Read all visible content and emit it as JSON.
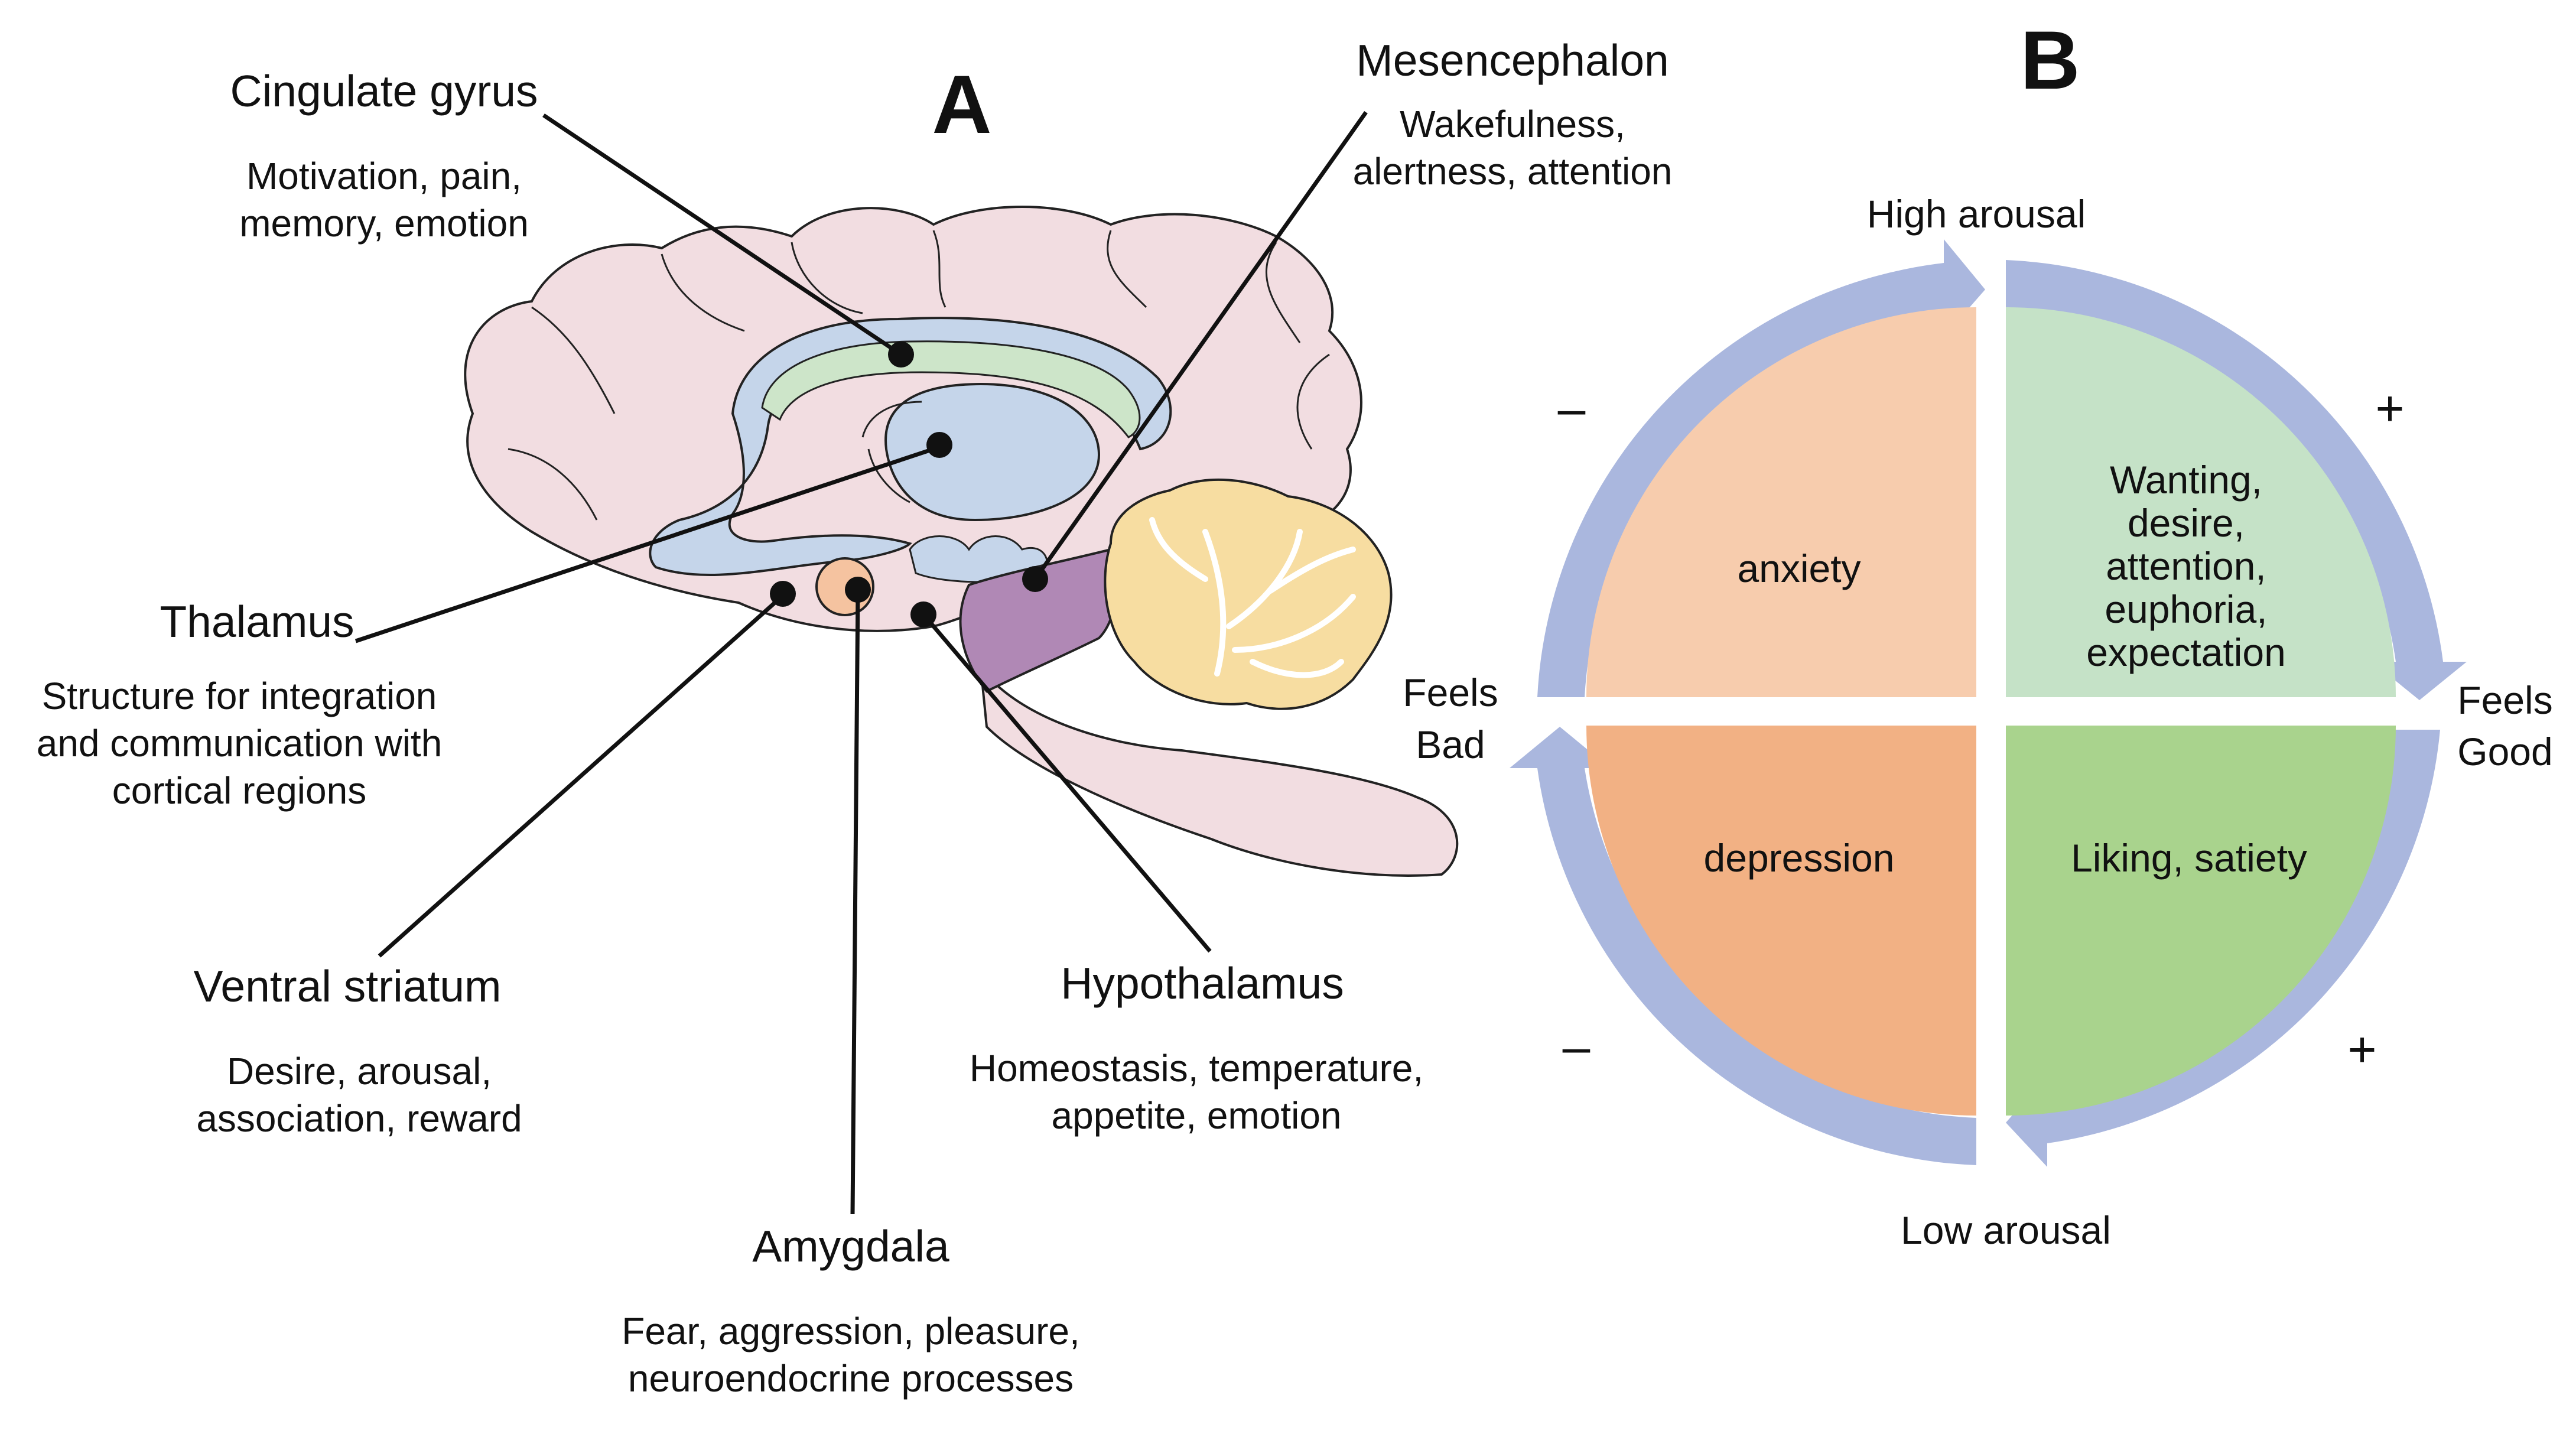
{
  "panel_a": {
    "letter": "A",
    "regions": [
      {
        "id": "cingulate",
        "name": "Cingulate gyrus",
        "desc": [
          "Motivation, pain,",
          "memory, emotion"
        ]
      },
      {
        "id": "mesencephalon",
        "name": "Mesencephalon",
        "desc": [
          "Wakefulness,",
          "alertness, attention"
        ]
      },
      {
        "id": "thalamus",
        "name": "Thalamus",
        "desc": [
          "Structure for integration",
          "and communication with",
          "cortical regions"
        ]
      },
      {
        "id": "ventral-striatum",
        "name": "Ventral striatum",
        "desc": [
          "Desire, arousal,",
          "association, reward"
        ]
      },
      {
        "id": "hypothalamus",
        "name": "Hypothalamus",
        "desc": [
          "Homeostasis, temperature,",
          "appetite, emotion"
        ]
      },
      {
        "id": "amygdala",
        "name": "Amygdala",
        "desc": [
          "Fear, aggression, pleasure,",
          "neuroendocrine processes"
        ]
      }
    ],
    "colors": {
      "brain": "#f2dde1",
      "limbic_blue": "#c5d5ea",
      "cingulate_green": "#cde5c9",
      "amygdala_peach": "#f5c3a0",
      "mesencephalon_purple": "#b088b5",
      "cerebellum_yellow": "#f7dda1",
      "outline": "#222222"
    }
  },
  "panel_b": {
    "letter": "B",
    "axis": {
      "top": "High arousal",
      "bottom": "Low arousal",
      "left": [
        "Feels",
        "Bad"
      ],
      "right": [
        "Feels",
        "Good"
      ]
    },
    "signs": {
      "top_left": "–",
      "top_right": "+",
      "bottom_left": "–",
      "bottom_right": "+"
    },
    "quadrants": {
      "top_left": {
        "lines": [
          "anxiety"
        ],
        "color": "#f7ccad"
      },
      "top_right": {
        "lines": [
          "Wanting,",
          "desire,",
          "attention,",
          "euphoria,",
          "expectation"
        ],
        "color": "#c5e2c7"
      },
      "bottom_left": {
        "lines": [
          "depression"
        ],
        "color": "#f2b184"
      },
      "bottom_right": {
        "lines": [
          "Liking, satiety"
        ],
        "color": "#a9d38d"
      }
    },
    "arrow_color": "#aab7de"
  }
}
